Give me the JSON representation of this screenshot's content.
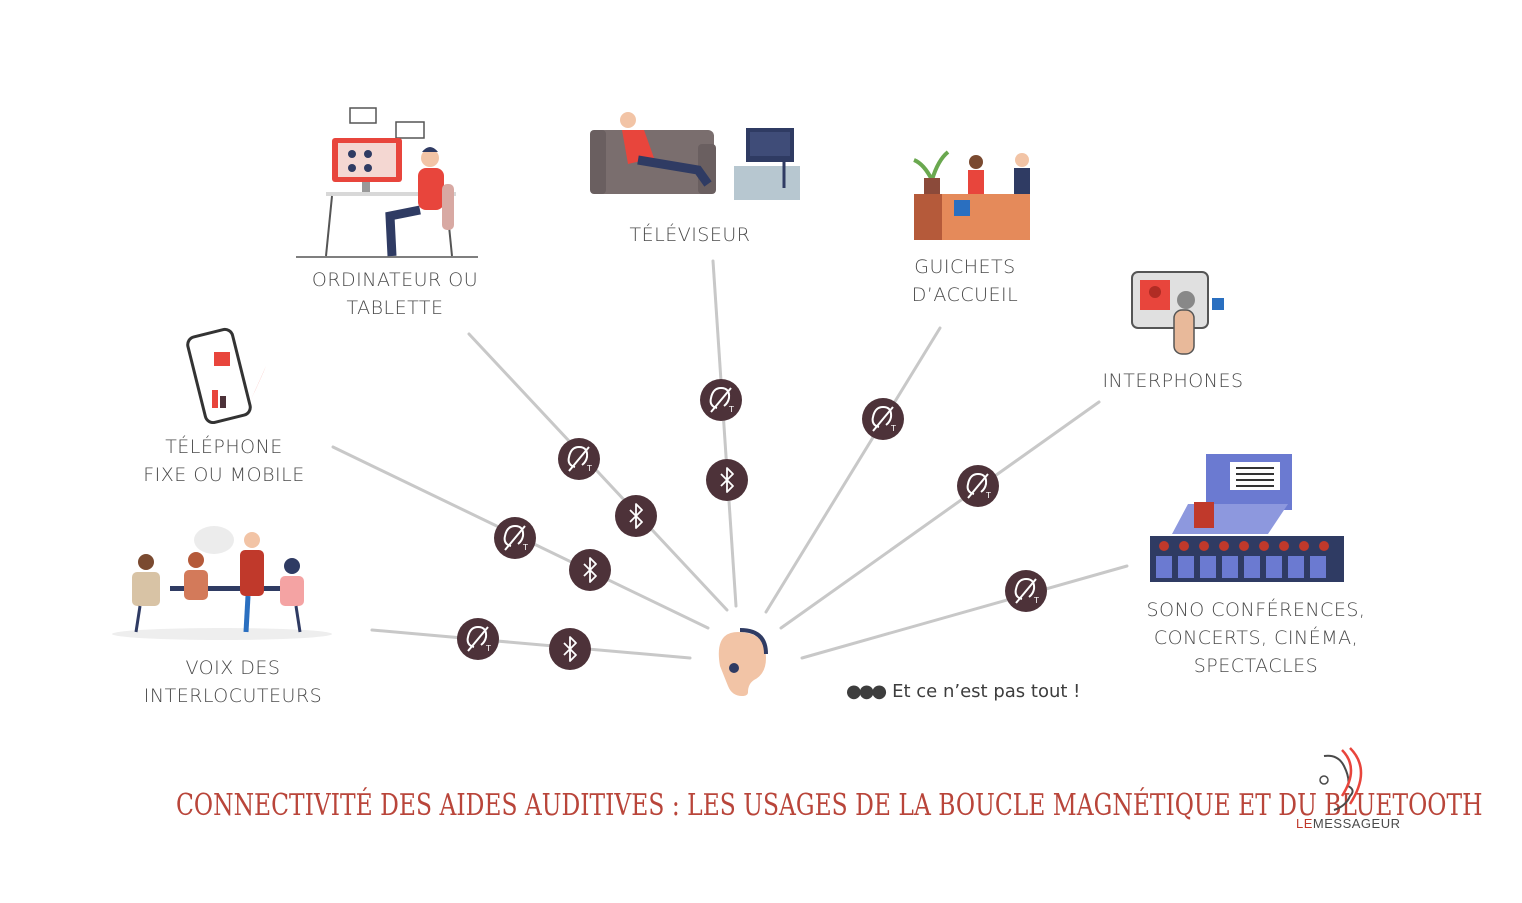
{
  "labels": {
    "computer": [
      "ORDINATEUR OU",
      "TABLETTE"
    ],
    "tv": "TÉLÉVISEUR",
    "desk": "GUICHETS D’ACCUEIL",
    "intercom": "INTERPHONES",
    "phone": [
      "TÉLÉPHONE",
      "FIXE OU MOBILE"
    ],
    "voices": "VOIX DES INTERLOCUTEURS",
    "venues": [
      "SONO CONFÉRENCES,",
      "CONCERTS, CINÉMA,",
      "SPECTACLES"
    ]
  },
  "more_text": "Et ce n’est pas tout !",
  "title": "CONNECTIVITÉ DES AIDES AUDITIVES :  LES USAGES DE LA BOUCLE MAGNÉTIQUE  ET DU BLUETOOTH",
  "brand": {
    "le": "LE",
    "rest": "MESSAGEUR"
  },
  "colors": {
    "badge": "#4d3239",
    "line": "#c8c8c8",
    "title": "#b9453a",
    "accent_red": "#e8453c",
    "navy": "#2f3b63"
  },
  "icons": {
    "telecoil": "hearing-loop-t-icon",
    "bluetooth": "bluetooth-icon"
  }
}
